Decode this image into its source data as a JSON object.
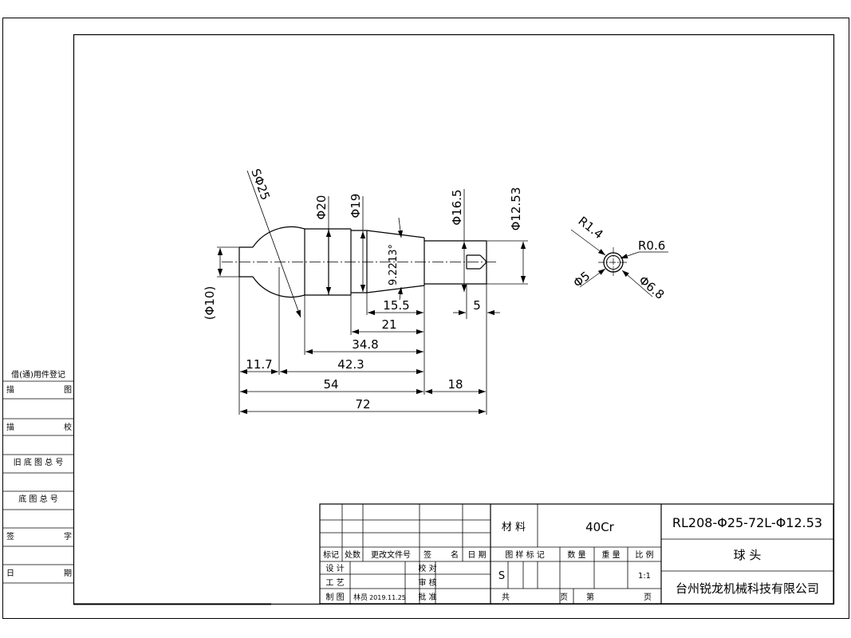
{
  "dimensions": {
    "ball_diameter": "SΦ25",
    "neck_diameter": "(Φ10)",
    "dia_20": "Φ20",
    "dia_19": "Φ19",
    "dia_16_5": "Φ16.5",
    "dia_12_53": "Φ12.53",
    "taper_angle": "9.2213°",
    "len_15_5": "15.5",
    "len_5": "5",
    "len_21": "21",
    "len_34_8": "34.8",
    "len_11_7": "11.7",
    "len_42_3": "42.3",
    "len_54": "54",
    "len_18": "18",
    "len_72": "72"
  },
  "section_view": {
    "r14": "R1.4",
    "r06": "R0.6",
    "d5": "Φ5",
    "d68": "Φ6.8"
  },
  "left_stamp": {
    "borrow_register": "借(通)用件登记",
    "trace_drawing_1": "描",
    "trace_drawing_2": "图",
    "trace_check_1": "描",
    "trace_check_2": "校",
    "old_base_no": "旧 底 图 总 号",
    "base_no": "底 图 总 号",
    "signature_1": "签",
    "signature_2": "字",
    "date_1": "日",
    "date_2": "期"
  },
  "title_block": {
    "mark": "标记",
    "zones": "处数",
    "change_doc": "更改文件号",
    "sign": "签",
    "name": "名",
    "date": "日 期",
    "design": "设 计",
    "process": "工 艺",
    "draw": "制 图",
    "drafter": "林员",
    "draw_date": "2019.11.25",
    "proofread": "校 对",
    "review": "审 核",
    "approve": "批 准",
    "material_label": "材 料",
    "material_value": "40Cr",
    "drawing_number": "RL208-Φ25-72L-Φ12.53",
    "stage_mark": "图 样 标 记",
    "quantity": "数 量",
    "weight": "重 量",
    "scale": "比 例",
    "stage_value": "S",
    "scale_value": "1:1",
    "total": "共",
    "sheet": "页",
    "sheet_no": "第",
    "sheet_end": "页",
    "part_name": "球 头",
    "company": "台州锐龙机械科技有限公司"
  }
}
